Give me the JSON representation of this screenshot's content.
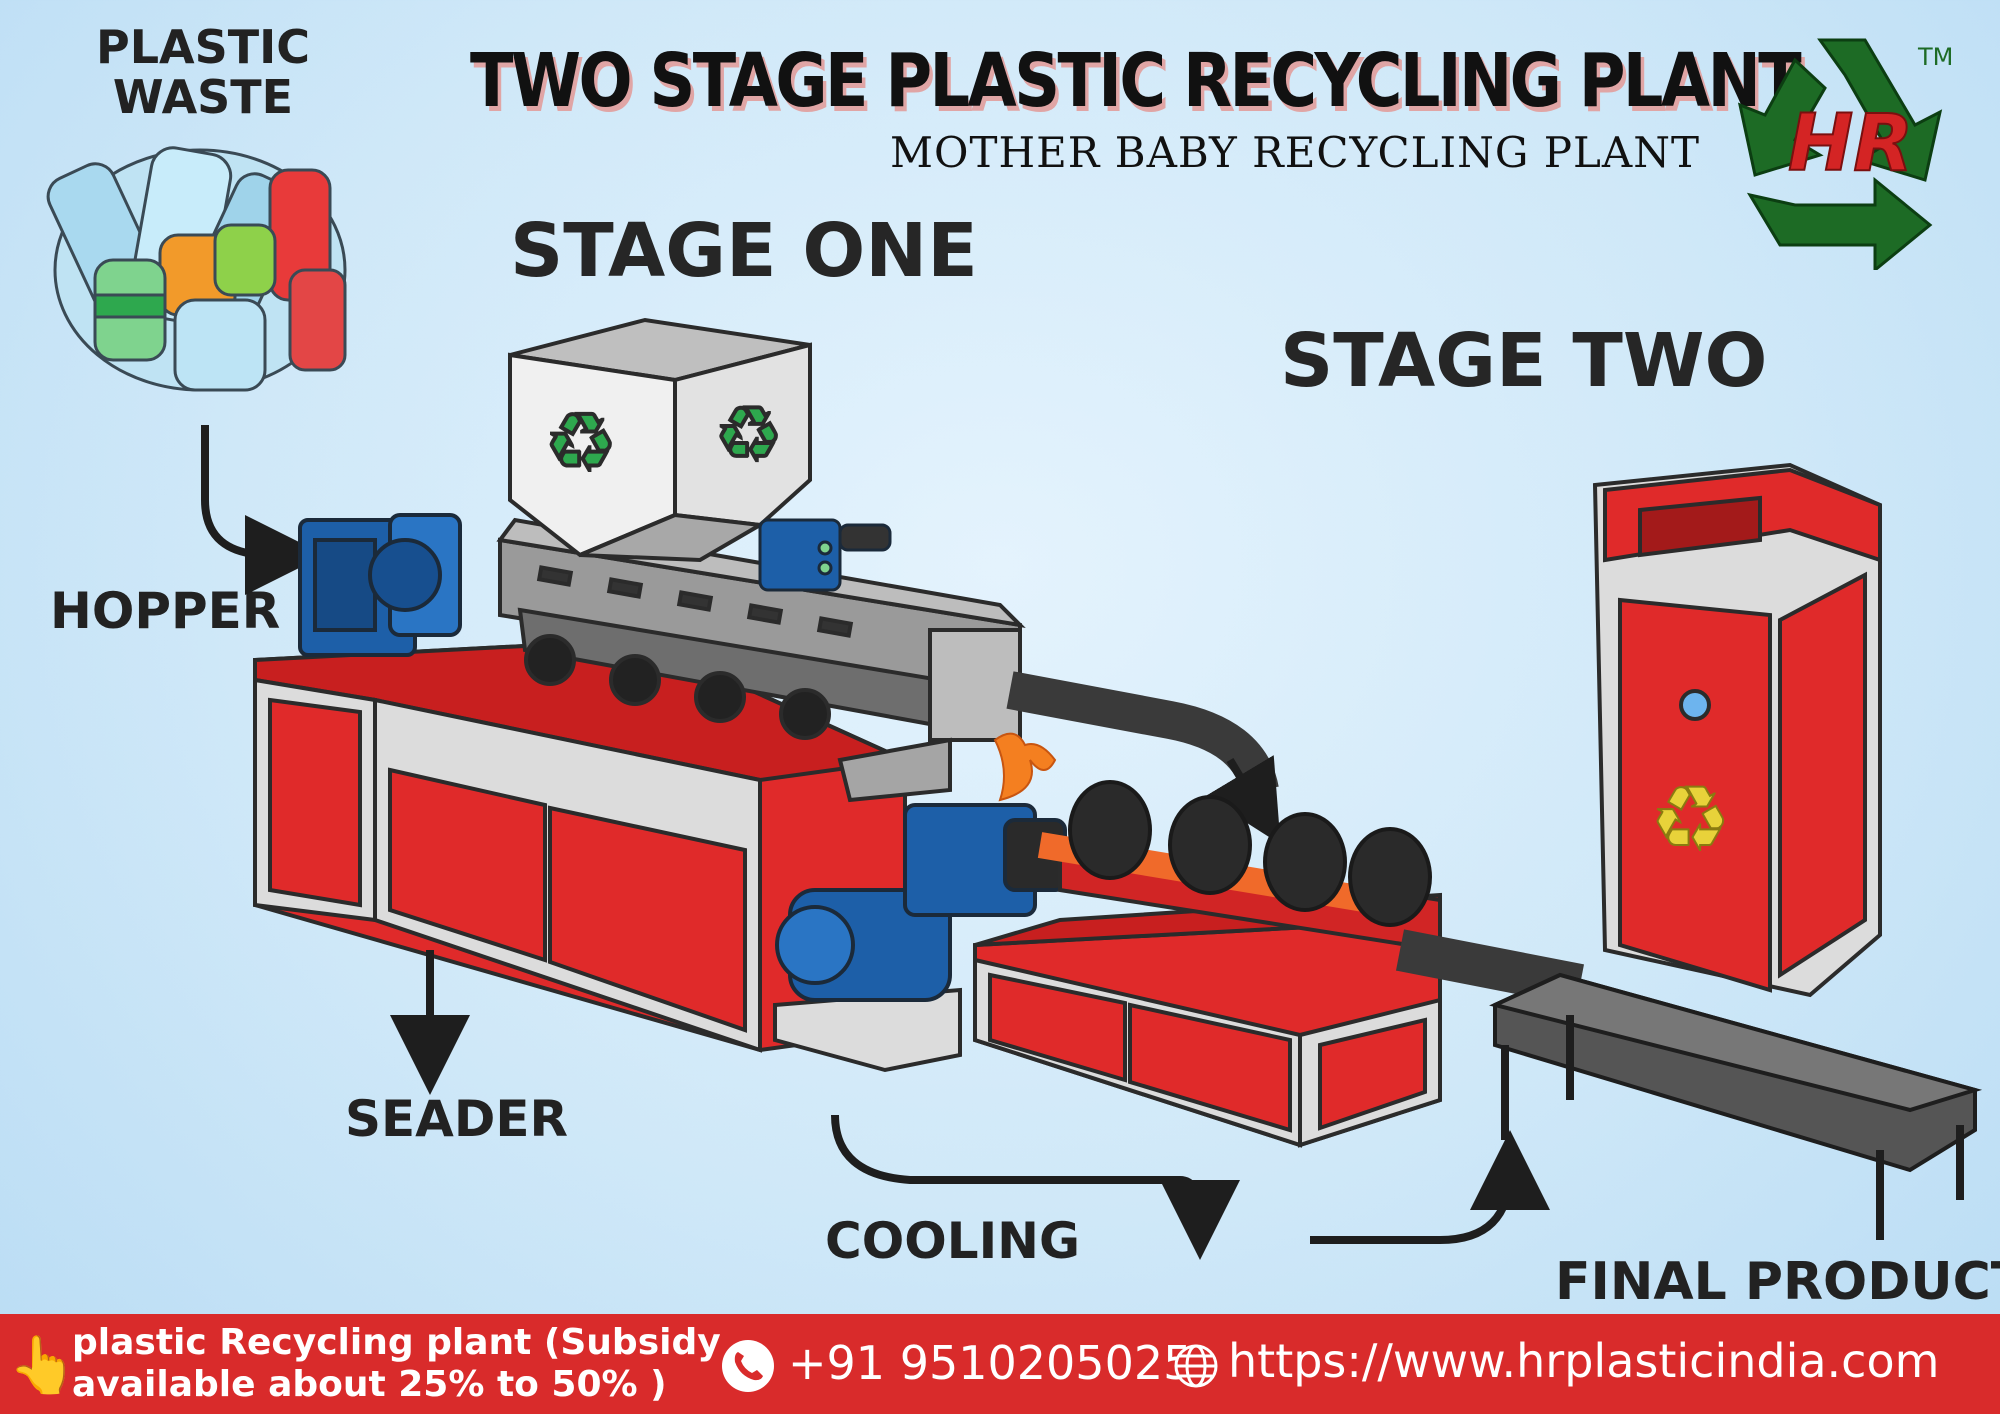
{
  "header": {
    "title": "TWO STAGE PLASTIC RECYCLING PLANT",
    "subtitle": "MOTHER BABY RECYCLING PLANT",
    "logo_text": "HR",
    "trademark": "TM"
  },
  "stages": {
    "one": "STAGE ONE",
    "two": "STAGE TWO"
  },
  "labels": {
    "plastic_waste_line1": "PLASTIC",
    "plastic_waste_line2": "WASTE",
    "hopper": "HOPPER",
    "seader": "SEADER",
    "cooling": "COOLING",
    "final_product": "FINAL PRODUCT"
  },
  "footer": {
    "note_line1": "plastic Recycling plant (Subsidy",
    "note_line2": "available  about 25% to 50% )",
    "phone": "+91 9510205025",
    "website": "https://www.hrplasticindia.com"
  },
  "icons": [
    "pointing-hand-icon",
    "phone-icon",
    "globe-icon",
    "recycle-icon"
  ],
  "colors": {
    "machine_red": "#e02a2a",
    "machine_blue": "#1d5fa8",
    "footer_red": "#d92b2b",
    "logo_green": "#1d6b25"
  }
}
